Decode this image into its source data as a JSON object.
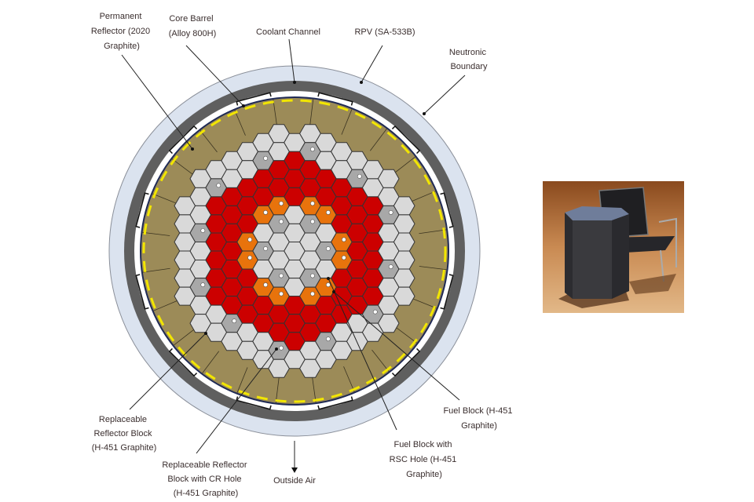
{
  "labels": {
    "permanent_reflector": [
      "Permanent",
      "Reflector (2020",
      "Graphite)"
    ],
    "core_barrel": [
      "Core Barrel",
      "(Alloy 800H)"
    ],
    "coolant_channel": [
      "Coolant Channel"
    ],
    "rpv": [
      "RPV (SA-533B)"
    ],
    "neutronic_boundary": [
      "Neutronic",
      "Boundary"
    ],
    "fuel_block": [
      "Fuel Block (H-451",
      "Graphite)"
    ],
    "fuel_block_rsc": [
      "Fuel Block with",
      "RSC Hole (H-451",
      "Graphite)"
    ],
    "outside_air": [
      "Outside Air"
    ],
    "replaceable_reflector_cr": [
      "Replaceable Reflector",
      "Block with CR Hole",
      "(H-451  Graphite)"
    ],
    "replaceable_reflector": [
      "Replaceable",
      "Reflector Block",
      "(H-451  Graphite)"
    ]
  },
  "colors": {
    "rpv": "#dbe3ef",
    "core_barrel": "#5f5f5f",
    "permanent_reflector": "#9c8b58",
    "neutronic_boundary": "#f2e600",
    "fuel": "#cc0000",
    "fuel_rsc": "#e8730c",
    "reflector": "#d9d9d9",
    "reflector_cr": "#a8a8a8"
  }
}
